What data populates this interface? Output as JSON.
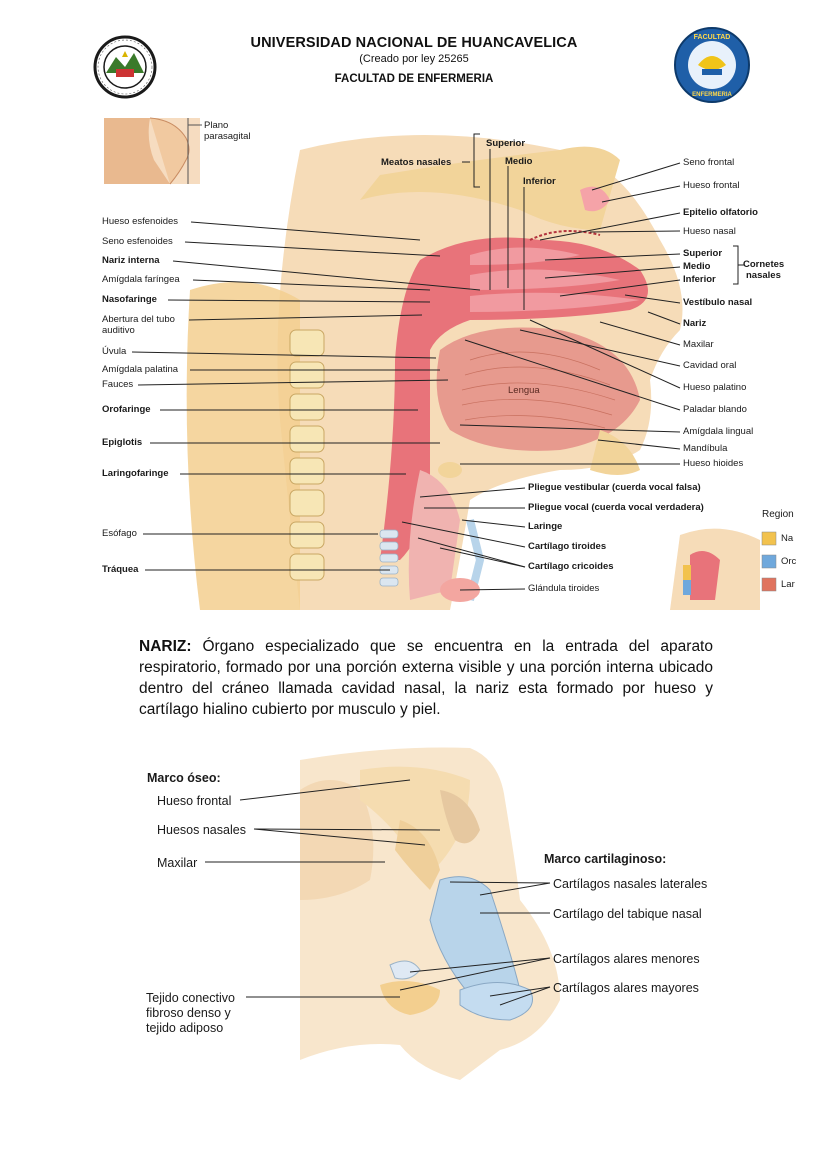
{
  "header": {
    "university": "UNIVERSIDAD NACIONAL DE HUANCAVELICA",
    "law": "(Creado por ley 25265",
    "faculty": "FACULTAD DE ENFERMERIA",
    "seal_left_text": "UNIVERSIDAD NACIONAL DE HUANCAVELICA · PERU",
    "seal_right_text": "FACULTAD ENFERMERIA"
  },
  "figure1": {
    "inset_label": "Plano parasagital",
    "inset_label_lines": [
      "Plano",
      "parasagital"
    ],
    "meatos": "Meatos nasales",
    "meatos_superior": "Superior",
    "meatos_medio": "Medio",
    "meatos_inferior": "Inferior",
    "tongue": "Lengua",
    "left_labels": [
      {
        "text": "Hueso esfenoides",
        "bold": false
      },
      {
        "text": "Seno esfenoides",
        "bold": false
      },
      {
        "text": "Nariz interna",
        "bold": true
      },
      {
        "text": "Amígdala faríngea",
        "bold": false
      },
      {
        "text": "Nasofaringe",
        "bold": true
      },
      {
        "text": "Abertura del tubo",
        "bold": false
      },
      {
        "text": "auditivo",
        "bold": false
      },
      {
        "text": "Úvula",
        "bold": false
      },
      {
        "text": "Amígdala palatina",
        "bold": false
      },
      {
        "text": "Fauces",
        "bold": false
      },
      {
        "text": "Orofaringe",
        "bold": true
      },
      {
        "text": "Epiglotis",
        "bold": true
      },
      {
        "text": "Laringofaringe",
        "bold": true
      },
      {
        "text": "Esófago",
        "bold": false
      },
      {
        "text": "Tráquea",
        "bold": true
      }
    ],
    "right_labels": [
      {
        "text": "Seno frontal",
        "bold": false
      },
      {
        "text": "Hueso frontal",
        "bold": false
      },
      {
        "text": "Epitelio olfatorio",
        "bold": true
      },
      {
        "text": "Hueso nasal",
        "bold": false
      },
      {
        "text": "Superior",
        "bold": true
      },
      {
        "text": "Medio",
        "bold": true
      },
      {
        "text": "Inferior",
        "bold": true
      },
      {
        "text": "Vestíbulo nasal",
        "bold": true
      },
      {
        "text": "Nariz",
        "bold": true
      },
      {
        "text": "Maxilar",
        "bold": false
      },
      {
        "text": "Cavidad oral",
        "bold": false
      },
      {
        "text": "Hueso palatino",
        "bold": false
      },
      {
        "text": "Paladar blando",
        "bold": false
      },
      {
        "text": "Amígdala lingual",
        "bold": false
      },
      {
        "text": "Mandíbula",
        "bold": false
      },
      {
        "text": "Hueso hioides",
        "bold": false
      }
    ],
    "cornetes": [
      "Cornetes",
      "nasales"
    ],
    "bottom_labels": [
      {
        "text": "Pliegue vestibular (cuerda vocal falsa)",
        "bold": true
      },
      {
        "text": "Pliegue vocal (cuerda vocal verdadera)",
        "bold": true
      },
      {
        "text": "Laringe",
        "bold": true
      },
      {
        "text": "Cartílago tiroides",
        "bold": true
      },
      {
        "text": "Cartílago cricoides",
        "bold": true
      },
      {
        "text": "Glándula tiroides",
        "bold": false
      }
    ],
    "legend_title": "Region",
    "legend_items": [
      {
        "text": "Na",
        "color": "#f2c24e"
      },
      {
        "text": "Orc",
        "color": "#6fa8dc"
      },
      {
        "text": "Lar",
        "color": "#e0735e"
      }
    ]
  },
  "paragraph": {
    "term": "NARIZ:",
    "body": " Órgano especializado que se encuentra en la entrada del aparato respiratorio, formado por una porción externa visible y una porción interna ubicado dentro del cráneo llamada cavidad nasal, la nariz esta formado por hueso y cartílago hialino cubierto por musculo y piel."
  },
  "figure2": {
    "marco_oseo": "Marco óseo:",
    "left_labels": [
      "Hueso frontal",
      "Huesos nasales",
      "Maxilar"
    ],
    "tejido": [
      "Tejido conectivo",
      "fibroso denso y",
      "tejido adiposo"
    ],
    "marco_cart": "Marco cartilaginoso:",
    "right_labels": [
      "Cartílagos nasales laterales",
      "Cartílago del tabique nasal",
      "Cartílagos alares menores",
      "Cartílagos alares mayores"
    ]
  },
  "colors": {
    "skin": "#f6dcb8",
    "mucosa": "#e8737a",
    "cartilage": "#b8d4ea",
    "bone": "#f2d49a"
  }
}
